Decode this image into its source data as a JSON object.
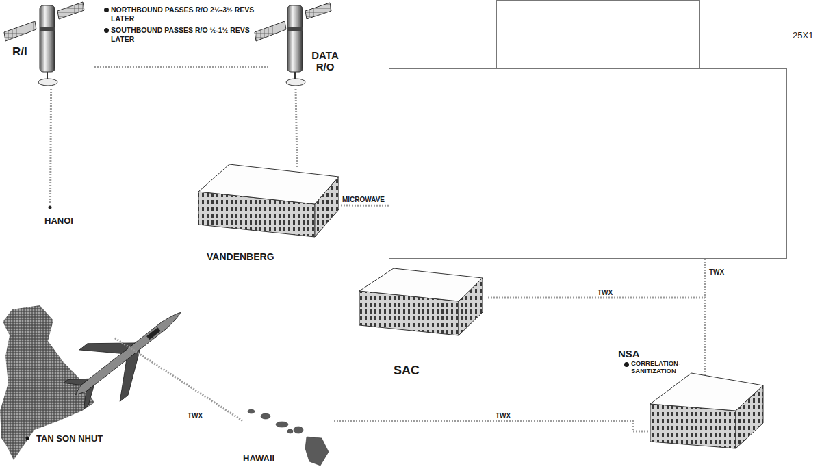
{
  "diagram": {
    "nodes": [
      {
        "text": [
          "R/I"
        ]
      },
      {
        "text": [
          "DATA R/O"
        ]
      },
      {
        "text": [
          "25X1"
        ]
      },
      {
        "text": [
          "HANOI"
        ]
      },
      {
        "text": [
          "VANDENBERG"
        ]
      },
      {
        "text": [
          "SAC"
        ]
      },
      {
        "text": [
          "NSA",
          "CORRELATION- SANITIZATION"
        ]
      },
      {
        "text": [
          "TAN SON NHUT"
        ]
      },
      {
        "text": [
          "HAWAII"
        ]
      }
    ],
    "edges": [
      {
        "from": 0,
        "to": 1,
        "arrow": "none"
      },
      {
        "from": 0,
        "to": 3,
        "arrow": "none"
      },
      {
        "from": 1,
        "to": 4,
        "arrow": "none"
      },
      {
        "from": 4,
        "to": 2,
        "label": "MICROWAVE",
        "arrow": "none"
      },
      {
        "from": 2,
        "to": 6,
        "label": "TWX",
        "arrow": "none"
      },
      {
        "from": 5,
        "to": 6,
        "label": "TWX",
        "arrow": "none"
      },
      {
        "from": 7,
        "to": 8,
        "label": "TWX",
        "arrow": "none"
      },
      {
        "from": 8,
        "to": 6,
        "label": "TWX",
        "arrow": "none"
      }
    ],
    "labels": [
      "NORTHBOUND PASSES R/O 2½-3½ REVS LATER",
      "SOUTHBOUND PASSES R/O ½-1½ REVS LATER"
    ]
  }
}
